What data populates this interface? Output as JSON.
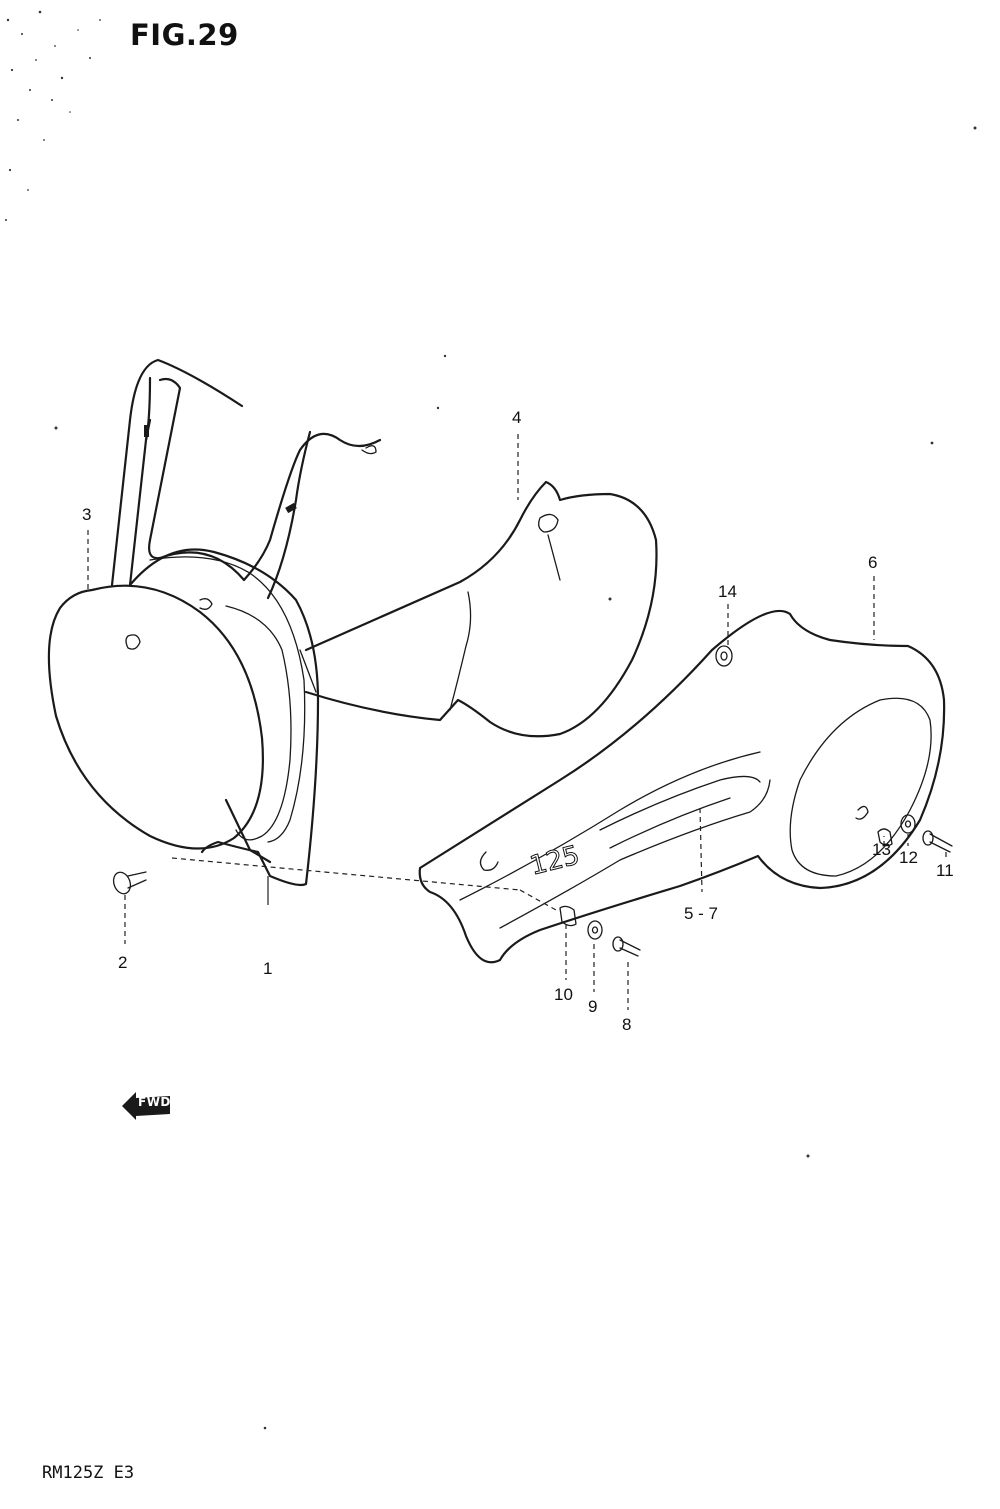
{
  "figure": {
    "title": "FIG.29",
    "model": "RM125Z  E3",
    "direction_marker": "FWD"
  },
  "callouts": [
    {
      "id": "1",
      "text": "1"
    },
    {
      "id": "2",
      "text": "2"
    },
    {
      "id": "3",
      "text": "3"
    },
    {
      "id": "4",
      "text": "4"
    },
    {
      "id": "5-7",
      "text": "5 - 7"
    },
    {
      "id": "6",
      "text": "6"
    },
    {
      "id": "8",
      "text": "8"
    },
    {
      "id": "9",
      "text": "9"
    },
    {
      "id": "10",
      "text": "10"
    },
    {
      "id": "11",
      "text": "11"
    },
    {
      "id": "12",
      "text": "12"
    },
    {
      "id": "13",
      "text": "13"
    },
    {
      "id": "14",
      "text": "14"
    }
  ],
  "side_cover_decal": "125",
  "colors": {
    "ink": "#1a1a1a",
    "paper": "#ffffff"
  }
}
